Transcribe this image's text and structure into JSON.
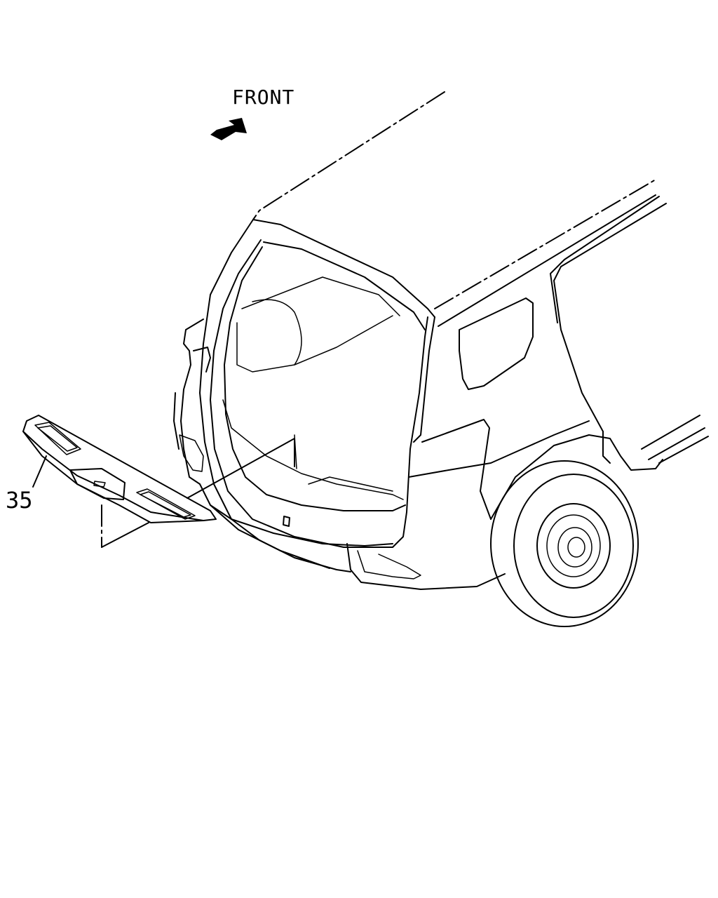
{
  "labels": {
    "front": "FRONT",
    "part_callout": "35"
  },
  "parts": [
    {
      "number": "35",
      "icon": "scuff-plate-icon"
    }
  ],
  "icons": {
    "direction": "front-arrow-icon",
    "vehicle": "vehicle-rear-icon"
  },
  "colors": {
    "line": "#000000",
    "background": "#ffffff"
  }
}
